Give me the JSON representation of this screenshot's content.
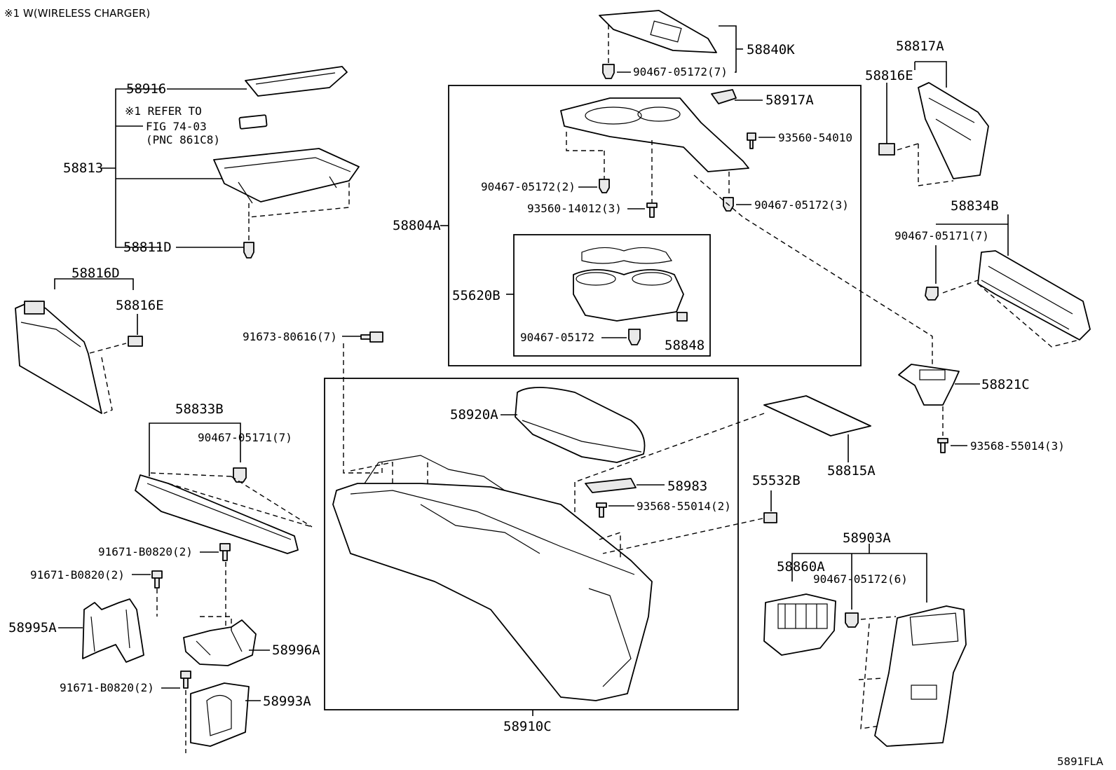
{
  "header_note": "※1 W(WIRELESS CHARGER)",
  "footer_code": "5891FLA",
  "note_refer": [
    "※1 REFER TO",
    "FIG 74-03",
    "(PNC 861C8)"
  ],
  "labels": {
    "p58916": "58916",
    "p58813": "58813",
    "p58811D": "58811D",
    "p58816D": "58816D",
    "p58816E_left": "58816E",
    "p58840K": "58840K",
    "p90467_05172_7": "90467-05172(7)",
    "p58917A": "58917A",
    "p93560_54010": "93560-54010",
    "p90467_05172_2": "90467-05172(2)",
    "p93560_14012_3": "93560-14012(3)",
    "p90467_05172_3": "90467-05172(3)",
    "p58804A": "58804A",
    "p55620B": "55620B",
    "p90467_05172": "90467-05172",
    "p58848": "58848",
    "p58817A": "58817A",
    "p58816E_right": "58816E",
    "p58834B": "58834B",
    "p90467_05171_7_right": "90467-05171(7)",
    "p58821C": "58821C",
    "p93568_55014_3": "93568-55014(3)",
    "p91673_80616_7": "91673-80616(7)",
    "p58833B": "58833B",
    "p90467_05171_7_left": "90467-05171(7)",
    "p58920A": "58920A",
    "p58983": "58983",
    "p93568_55014_2": "93568-55014(2)",
    "p55532B": "55532B",
    "p58815A": "58815A",
    "p91671_B0820_2_a": "91671-B0820(2)",
    "p91671_B0820_2_b": "91671-B0820(2)",
    "p58995A": "58995A",
    "p58996A": "58996A",
    "p91671_B0820_2_c": "91671-B0820(2)",
    "p58993A": "58993A",
    "p58903A": "58903A",
    "p58860A": "58860A",
    "p90467_05172_6": "90467-05172(6)",
    "p58910C": "58910C"
  }
}
